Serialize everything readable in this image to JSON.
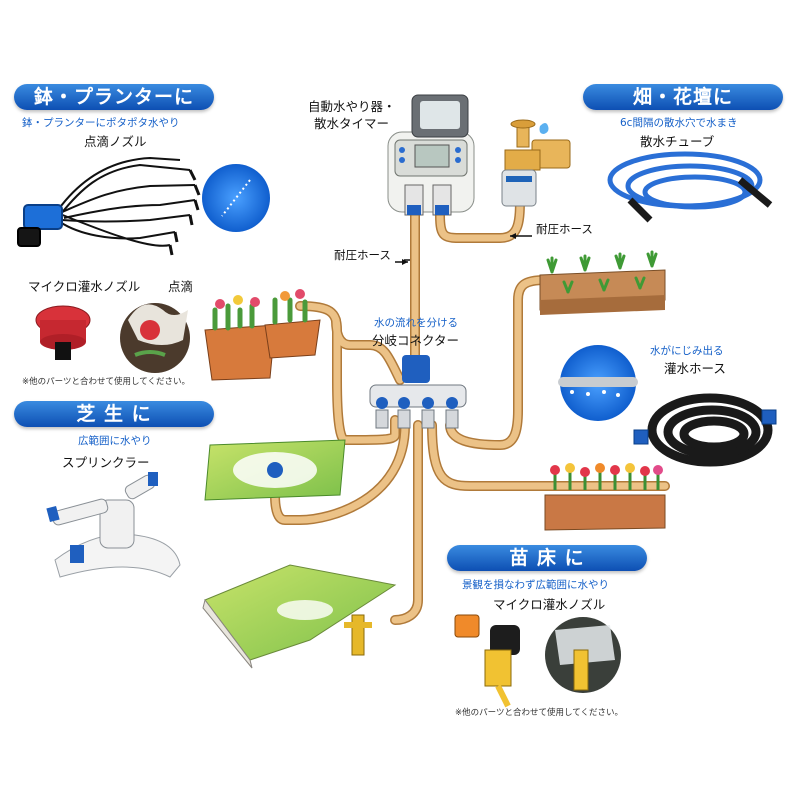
{
  "categories": {
    "pots": {
      "title": "鉢・プランターに",
      "subtitle": "鉢・プランターにポタポタ水やり",
      "product": "点滴ノズル",
      "extra_left": "マイクロ灌水ノズル",
      "extra_right": "点滴",
      "note": "※他のパーツと合わせて使用してください。"
    },
    "field": {
      "title": "畑・花壇に",
      "subtitle": "6c間隔の散水穴で水まき",
      "product": "散水チューブ"
    },
    "lawn": {
      "title": "芝 生 に",
      "subtitle": "広範囲に水やり",
      "product": "スプリンクラー"
    },
    "seedbed": {
      "title": "苗 床 に",
      "subtitle": "景観を損なわず広範囲に水やり",
      "product": "マイクロ灌水ノズル",
      "note": "※他のパーツと合わせて使用してください。"
    }
  },
  "center": {
    "timer_line1": "自動水やり器・",
    "timer_line2": "散水タイマー",
    "hose_left": "耐圧ホース",
    "hose_right": "耐圧ホース",
    "splitter_caption": "水の流れを分ける",
    "splitter_name": "分岐コネクター"
  },
  "soaker": {
    "caption": "水がにじみ出る",
    "name": "灌水ホース"
  },
  "colors": {
    "band_blue": "#1a62c8",
    "hose_tan": "#e7b878",
    "hose_outline": "#b07a3a",
    "accent_blue": "#1560c8"
  }
}
